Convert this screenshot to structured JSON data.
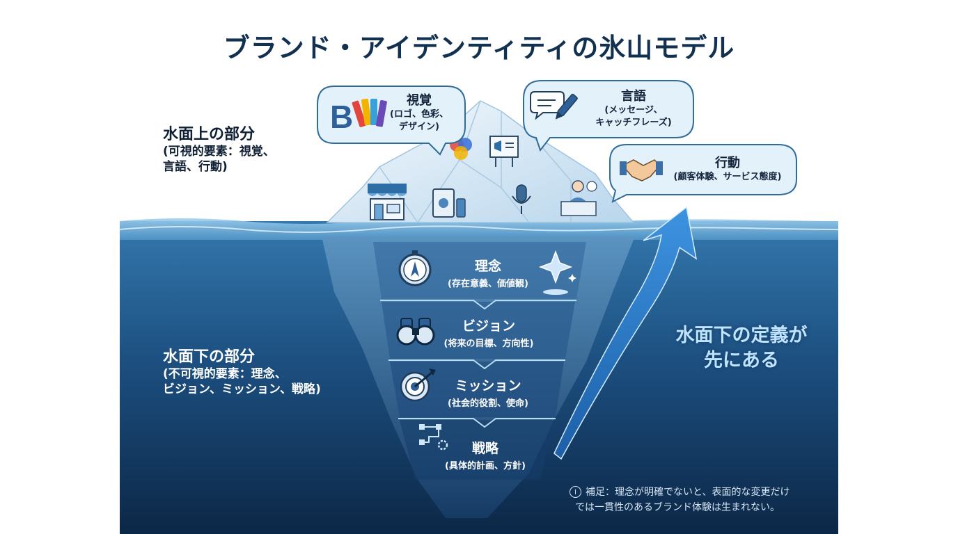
{
  "title": "ブランド・アイデンティティの氷山モデル",
  "above": {
    "heading": "水面上の部分",
    "sub_line1": "(可視的要素：視覚、",
    "sub_line2": "言語、行動)"
  },
  "below": {
    "heading": "水面下の部分",
    "sub_line1": "(不可視的要素：理念、",
    "sub_line2": "ビジョン、ミッション、戦略)"
  },
  "bubbles": {
    "visual": {
      "title": "視覚",
      "line1": "(ロゴ、色彩、",
      "line2": "デザイン)",
      "logo_letter": "B"
    },
    "verbal": {
      "title": "言語",
      "line1": "(メッセージ、",
      "line2": "キャッチフレーズ)"
    },
    "action": {
      "title": "行動",
      "line1": "(顧客体験、サービス態度)"
    }
  },
  "layers": [
    {
      "title": "理念",
      "sub": "(存在意義、価値観)",
      "icon": "compass-icon"
    },
    {
      "title": "ビジョン",
      "sub": "(将来の目標、方向性)",
      "icon": "binoculars-icon"
    },
    {
      "title": "ミッション",
      "sub": "(社会的役割、使命)",
      "icon": "target-icon"
    },
    {
      "title": "戦略",
      "sub": "(具体的計画、方針)",
      "icon": "flowchart-icon"
    }
  ],
  "arrow_text": {
    "line1": "水面下の定義が",
    "line2": "先にある"
  },
  "note": {
    "info_symbol": "i",
    "line1": "補足：理念が明確でないと、表面的な変更だけ",
    "line2": "では一貫性のあるブランド体験は生まれない。"
  },
  "colors": {
    "title": "#12304f",
    "ocean_top": "#2d6fa3",
    "ocean_bottom": "#0c2746",
    "arrow": "#2f7fd0",
    "ice": "#dcecf7",
    "bubble_fill": "#e3f1fb",
    "bubble_stroke": "#2f6c99"
  }
}
